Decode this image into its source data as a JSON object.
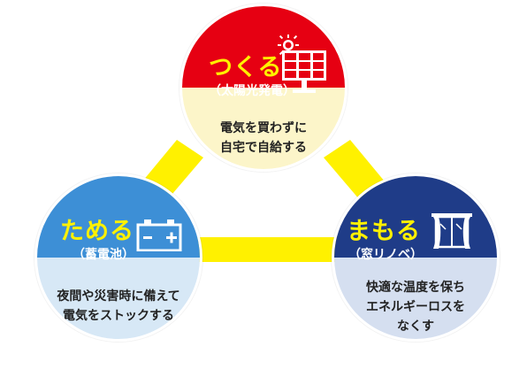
{
  "make": {
    "title": "つくる",
    "subtitle": "（太陽光発電）",
    "desc": [
      "電気を買わずに",
      "自宅で自給する"
    ],
    "icon": "solar-panel-icon"
  },
  "store": {
    "title": "ためる",
    "subtitle": "（蓄電池）",
    "desc": [
      "夜間や災害時に備えて",
      "電気をストックする"
    ],
    "icon": "battery-icon"
  },
  "protect": {
    "title": "まもる",
    "subtitle": "（窓リノベ）",
    "desc": [
      "快適な温度を保ち",
      "エネルギーロスを",
      "なくす"
    ],
    "icon": "window-icon"
  },
  "colors": {
    "connector": "#fff100",
    "make": "#e60012",
    "store": "#3d8fd6",
    "protect": "#1f3c88",
    "title_text": "#fff100"
  }
}
